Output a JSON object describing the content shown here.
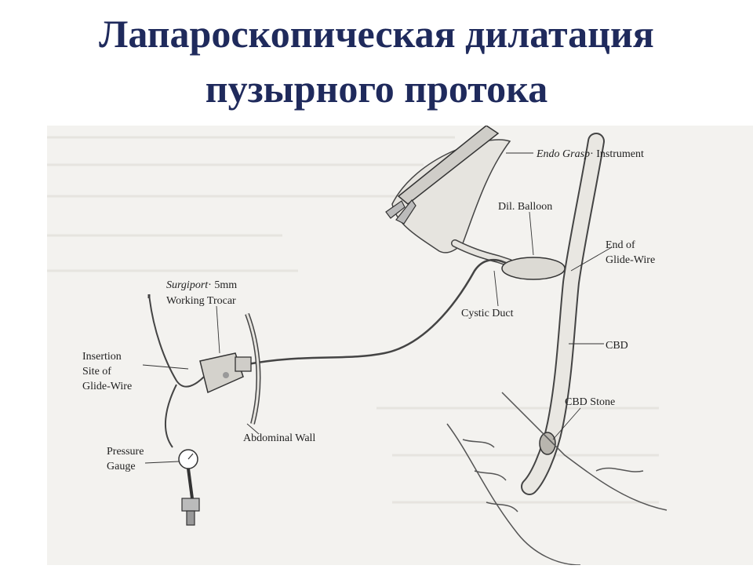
{
  "title": {
    "line1": "Лапароскопическая дилатация",
    "line2": "пузырного протока"
  },
  "labels": {
    "endo_grasp_italic": "Endo Grasp",
    "endo_grasp_rest": "· Instrument",
    "dil_balloon": "Dil. Balloon",
    "end_of": "End of",
    "glide_wire": "Glide-Wire",
    "surgiport_italic": "Surgiport",
    "surgiport_rest": "· 5mm",
    "working_trocar": "Working Trocar",
    "insertion": "Insertion",
    "site_of": "Site of",
    "glide_wire_2": "Glide-Wire",
    "cystic_duct": "Cystic Duct",
    "cbd": "CBD",
    "cbd_stone": "CBD Stone",
    "abdominal_wall": "Abdominal Wall",
    "pressure": "Pressure",
    "gauge": "Gauge"
  },
  "colors": {
    "title": "#1f2a5c",
    "ink": "#333333",
    "paper": "#f3f2ef"
  }
}
